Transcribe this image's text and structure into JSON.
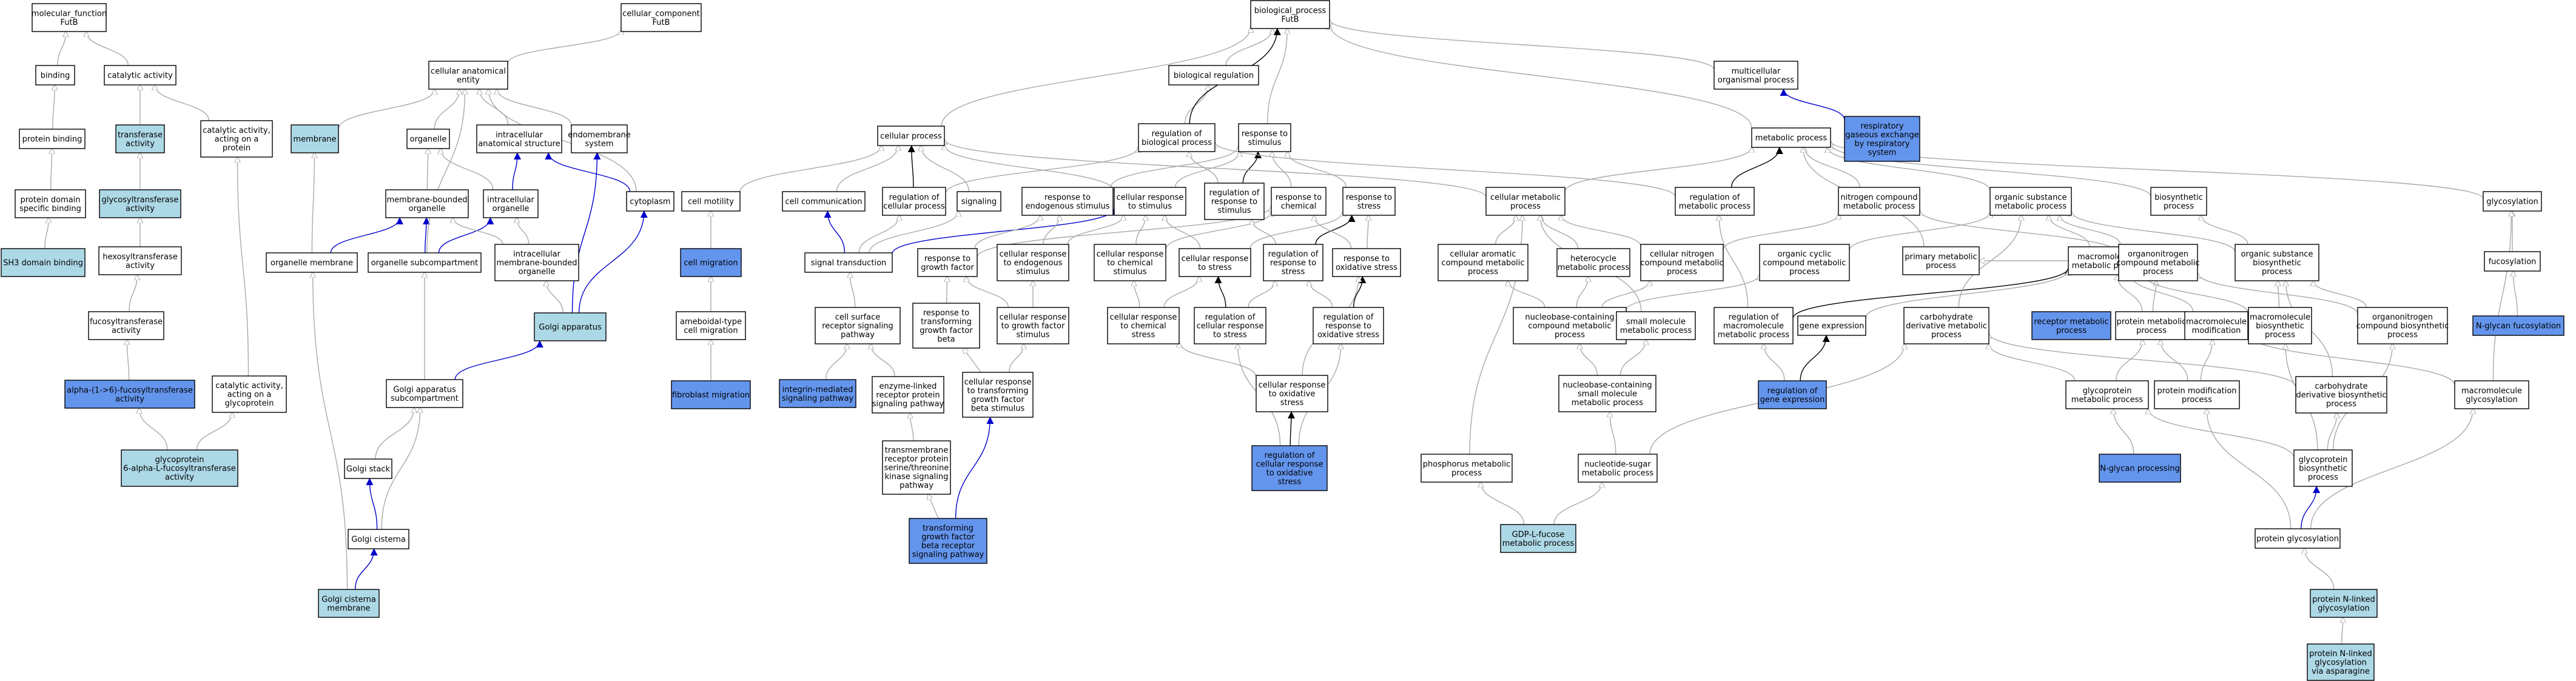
{
  "colors": {
    "plain": "#ffffff",
    "light": "#add8e6",
    "dark": "#6495ed",
    "edge_is_a": "#a9a9a9",
    "edge_part_of": "#0000cd",
    "edge_regulates": "#000000"
  },
  "nodes": [
    {
      "id": "mf",
      "lines": [
        "molecular_function",
        "FutB"
      ],
      "fill": "plain"
    },
    {
      "id": "cc",
      "lines": [
        "cellular_component",
        "FutB"
      ],
      "fill": "plain"
    },
    {
      "id": "bp",
      "lines": [
        "biological_process",
        "FutB"
      ],
      "fill": "plain"
    },
    {
      "id": "binding",
      "lines": [
        "binding"
      ],
      "fill": "plain"
    },
    {
      "id": "catact",
      "lines": [
        "catalytic activity"
      ],
      "fill": "plain"
    },
    {
      "id": "protbind",
      "lines": [
        "protein binding"
      ],
      "fill": "plain"
    },
    {
      "id": "transf",
      "lines": [
        "transferase",
        "activity"
      ],
      "fill": "light"
    },
    {
      "id": "catprot",
      "lines": [
        "catalytic activity,",
        "acting on a",
        "protein"
      ],
      "fill": "plain"
    },
    {
      "id": "pdsb",
      "lines": [
        "protein domain",
        "specific binding"
      ],
      "fill": "plain"
    },
    {
      "id": "glycotr",
      "lines": [
        "glycosyltransferase",
        "activity"
      ],
      "fill": "light"
    },
    {
      "id": "sh3",
      "lines": [
        "SH3 domain binding"
      ],
      "fill": "light"
    },
    {
      "id": "hexotr",
      "lines": [
        "hexosyltransferase",
        "activity"
      ],
      "fill": "plain"
    },
    {
      "id": "fucotr",
      "lines": [
        "fucosyltransferase",
        "activity"
      ],
      "fill": "plain"
    },
    {
      "id": "alpha16",
      "lines": [
        "alpha-(1->6)-fucosyltransferase",
        "activity"
      ],
      "fill": "dark"
    },
    {
      "id": "catglyc",
      "lines": [
        "catalytic activity,",
        "acting on a",
        "glycoprotein"
      ],
      "fill": "plain"
    },
    {
      "id": "gp6a",
      "lines": [
        "glycoprotein",
        "6-alpha-L-fucosyltransferase",
        "activity"
      ],
      "fill": "light"
    },
    {
      "id": "cae",
      "lines": [
        "cellular anatomical",
        "entity"
      ],
      "fill": "plain"
    },
    {
      "id": "membrane",
      "lines": [
        "membrane"
      ],
      "fill": "light"
    },
    {
      "id": "organelle",
      "lines": [
        "organelle"
      ],
      "fill": "plain"
    },
    {
      "id": "intracell",
      "lines": [
        "intracellular",
        "anatomical structure"
      ],
      "fill": "plain"
    },
    {
      "id": "endomem",
      "lines": [
        "endomembrane",
        "system"
      ],
      "fill": "plain"
    },
    {
      "id": "mbo",
      "lines": [
        "membrane-bounded",
        "organelle"
      ],
      "fill": "plain"
    },
    {
      "id": "intraorg",
      "lines": [
        "intracellular",
        "organelle"
      ],
      "fill": "plain"
    },
    {
      "id": "cytoplasm",
      "lines": [
        "cytoplasm"
      ],
      "fill": "plain"
    },
    {
      "id": "orgmem",
      "lines": [
        "organelle membrane"
      ],
      "fill": "plain"
    },
    {
      "id": "orgsub",
      "lines": [
        "organelle subcompartment"
      ],
      "fill": "plain"
    },
    {
      "id": "imbo",
      "lines": [
        "intracellular",
        "membrane-bounded",
        "organelle"
      ],
      "fill": "plain"
    },
    {
      "id": "golgi",
      "lines": [
        "Golgi apparatus"
      ],
      "fill": "light"
    },
    {
      "id": "golgisub",
      "lines": [
        "Golgi apparatus",
        "subcompartment"
      ],
      "fill": "plain"
    },
    {
      "id": "golgistack",
      "lines": [
        "Golgi stack"
      ],
      "fill": "plain"
    },
    {
      "id": "golgicis",
      "lines": [
        "Golgi cisterna"
      ],
      "fill": "plain"
    },
    {
      "id": "golgicismem",
      "lines": [
        "Golgi cisterna",
        "membrane"
      ],
      "fill": "light"
    },
    {
      "id": "cellproc",
      "lines": [
        "cellular process"
      ],
      "fill": "plain"
    },
    {
      "id": "bioreg",
      "lines": [
        "biological regulation"
      ],
      "fill": "plain"
    },
    {
      "id": "regbp",
      "lines": [
        "regulation of",
        "biological process"
      ],
      "fill": "plain"
    },
    {
      "id": "respstim",
      "lines": [
        "response to",
        "stimulus"
      ],
      "fill": "plain"
    },
    {
      "id": "cellmot",
      "lines": [
        "cell motility"
      ],
      "fill": "plain"
    },
    {
      "id": "cellcomm",
      "lines": [
        "cell communication"
      ],
      "fill": "plain"
    },
    {
      "id": "regcp",
      "lines": [
        "regulation of",
        "cellular process"
      ],
      "fill": "plain"
    },
    {
      "id": "signaling",
      "lines": [
        "signaling"
      ],
      "fill": "plain"
    },
    {
      "id": "respendo",
      "lines": [
        "response to",
        "endogenous stimulus"
      ],
      "fill": "plain"
    },
    {
      "id": "cellresp",
      "lines": [
        "cellular response",
        "to stimulus"
      ],
      "fill": "plain"
    },
    {
      "id": "regrs",
      "lines": [
        "regulation of",
        "response to",
        "stimulus"
      ],
      "fill": "plain"
    },
    {
      "id": "respchem",
      "lines": [
        "response to",
        "chemical"
      ],
      "fill": "plain"
    },
    {
      "id": "respstress",
      "lines": [
        "response to",
        "stress"
      ],
      "fill": "plain"
    },
    {
      "id": "cellmig",
      "lines": [
        "cell migration"
      ],
      "fill": "dark"
    },
    {
      "id": "sigtrans",
      "lines": [
        "signal transduction"
      ],
      "fill": "plain"
    },
    {
      "id": "respgf",
      "lines": [
        "response to",
        "growth factor"
      ],
      "fill": "plain"
    },
    {
      "id": "crendo",
      "lines": [
        "cellular response",
        "to endogenous",
        "stimulus"
      ],
      "fill": "plain"
    },
    {
      "id": "crchemstim",
      "lines": [
        "cellular response",
        "to chemical",
        "stimulus"
      ],
      "fill": "plain"
    },
    {
      "id": "crstress",
      "lines": [
        "cellular response",
        "to stress"
      ],
      "fill": "plain"
    },
    {
      "id": "regrstress",
      "lines": [
        "regulation of",
        "response to",
        "stress"
      ],
      "fill": "plain"
    },
    {
      "id": "respox",
      "lines": [
        "response to",
        "oxidative stress"
      ],
      "fill": "plain"
    },
    {
      "id": "amoeb",
      "lines": [
        "ameboidal-type",
        "cell migration"
      ],
      "fill": "plain"
    },
    {
      "id": "csrsp",
      "lines": [
        "cell surface",
        "receptor signaling",
        "pathway"
      ],
      "fill": "plain"
    },
    {
      "id": "rtgfb",
      "lines": [
        "response to",
        "transforming",
        "growth factor",
        "beta"
      ],
      "fill": "plain"
    },
    {
      "id": "crgf",
      "lines": [
        "cellular response",
        "to growth factor",
        "stimulus"
      ],
      "fill": "plain"
    },
    {
      "id": "crchemstress",
      "lines": [
        "cellular response",
        "to chemical",
        "stress"
      ],
      "fill": "plain"
    },
    {
      "id": "regcrs",
      "lines": [
        "regulation of",
        "cellular response",
        "to stress"
      ],
      "fill": "plain"
    },
    {
      "id": "regrox",
      "lines": [
        "regulation of",
        "response to",
        "oxidative stress"
      ],
      "fill": "plain"
    },
    {
      "id": "fibro",
      "lines": [
        "fibroblast migration"
      ],
      "fill": "dark"
    },
    {
      "id": "integrin",
      "lines": [
        "integrin-mediated",
        "signaling pathway"
      ],
      "fill": "dark"
    },
    {
      "id": "enzyme",
      "lines": [
        "enzyme-linked",
        "receptor protein",
        "signaling pathway"
      ],
      "fill": "plain"
    },
    {
      "id": "crtgfb",
      "lines": [
        "cellular response",
        "to transforming",
        "growth factor",
        "beta stimulus"
      ],
      "fill": "plain"
    },
    {
      "id": "crox",
      "lines": [
        "cellular response",
        "to oxidative",
        "stress"
      ],
      "fill": "plain"
    },
    {
      "id": "tmrp",
      "lines": [
        "transmembrane",
        "receptor protein",
        "serine/threonine",
        "kinase signaling",
        "pathway"
      ],
      "fill": "plain"
    },
    {
      "id": "tgfbrsp",
      "lines": [
        "transforming",
        "growth factor",
        "beta receptor",
        "signaling pathway"
      ],
      "fill": "dark"
    },
    {
      "id": "regcrox",
      "lines": [
        "regulation of",
        "cellular response",
        "to oxidative",
        "stress"
      ],
      "fill": "dark"
    },
    {
      "id": "multi",
      "lines": [
        "multicellular",
        "organismal process"
      ],
      "fill": "plain"
    },
    {
      "id": "respgas",
      "lines": [
        "respiratory",
        "gaseous exchange",
        "by respiratory",
        "system"
      ],
      "fill": "dark"
    },
    {
      "id": "metab",
      "lines": [
        "metabolic process"
      ],
      "fill": "plain"
    },
    {
      "id": "cellmetab",
      "lines": [
        "cellular metabolic",
        "process"
      ],
      "fill": "plain"
    },
    {
      "id": "regmetab",
      "lines": [
        "regulation of",
        "metabolic process"
      ],
      "fill": "plain"
    },
    {
      "id": "nitro",
      "lines": [
        "nitrogen compound",
        "metabolic process"
      ],
      "fill": "plain"
    },
    {
      "id": "orgsubmet",
      "lines": [
        "organic substance",
        "metabolic process"
      ],
      "fill": "plain"
    },
    {
      "id": "biosyn",
      "lines": [
        "biosynthetic",
        "process"
      ],
      "fill": "plain"
    },
    {
      "id": "glycosyl",
      "lines": [
        "glycosylation"
      ],
      "fill": "plain"
    },
    {
      "id": "caromatic",
      "lines": [
        "cellular aromatic",
        "compound metabolic",
        "process"
      ],
      "fill": "plain"
    },
    {
      "id": "hetero",
      "lines": [
        "heterocycle",
        "metabolic process"
      ],
      "fill": "plain"
    },
    {
      "id": "cnitro",
      "lines": [
        "cellular nitrogen",
        "compound metabolic",
        "process"
      ],
      "fill": "plain"
    },
    {
      "id": "orgcyclic",
      "lines": [
        "organic cyclic",
        "compound metabolic",
        "process"
      ],
      "fill": "plain"
    },
    {
      "id": "primary",
      "lines": [
        "primary metabolic",
        "process"
      ],
      "fill": "plain"
    },
    {
      "id": "macromol",
      "lines": [
        "macromolecule",
        "metabolic process"
      ],
      "fill": "plain"
    },
    {
      "id": "organonit",
      "lines": [
        "organonitrogen",
        "compound metabolic",
        "process"
      ],
      "fill": "plain"
    },
    {
      "id": "orgsubbio",
      "lines": [
        "organic substance",
        "biosynthetic",
        "process"
      ],
      "fill": "plain"
    },
    {
      "id": "fucosyl",
      "lines": [
        "fucosylation"
      ],
      "fill": "plain"
    },
    {
      "id": "nucbase",
      "lines": [
        "nucleobase-containing",
        "compound metabolic",
        "process"
      ],
      "fill": "plain"
    },
    {
      "id": "smallmol",
      "lines": [
        "small molecule",
        "metabolic process"
      ],
      "fill": "plain"
    },
    {
      "id": "regmacro",
      "lines": [
        "regulation of",
        "macromolecule",
        "metabolic process"
      ],
      "fill": "plain"
    },
    {
      "id": "geneexp",
      "lines": [
        "gene expression"
      ],
      "fill": "plain"
    },
    {
      "id": "carbderiv",
      "lines": [
        "carbohydrate",
        "derivative metabolic",
        "process"
      ],
      "fill": "plain"
    },
    {
      "id": "receptor",
      "lines": [
        "receptor metabolic",
        "process"
      ],
      "fill": "dark"
    },
    {
      "id": "protmet",
      "lines": [
        "protein metabolic",
        "process"
      ],
      "fill": "plain"
    },
    {
      "id": "macromod",
      "lines": [
        "macromolecule",
        "modification"
      ],
      "fill": "plain"
    },
    {
      "id": "macrobio",
      "lines": [
        "macromolecule",
        "biosynthetic",
        "process"
      ],
      "fill": "plain"
    },
    {
      "id": "organonitbio",
      "lines": [
        "organonitrogen",
        "compound biosynthetic",
        "process"
      ],
      "fill": "plain"
    },
    {
      "id": "nglycanfuc",
      "lines": [
        "N-glycan fucosylation"
      ],
      "fill": "dark"
    },
    {
      "id": "nucsmall",
      "lines": [
        "nucleobase-containing",
        "small molecule",
        "metabolic process"
      ],
      "fill": "plain"
    },
    {
      "id": "reggene",
      "lines": [
        "regulation of",
        "gene expression"
      ],
      "fill": "dark"
    },
    {
      "id": "glycoprot",
      "lines": [
        "glycoprotein",
        "metabolic process"
      ],
      "fill": "plain"
    },
    {
      "id": "protmod",
      "lines": [
        "protein modification",
        "process"
      ],
      "fill": "plain"
    },
    {
      "id": "carbbio",
      "lines": [
        "carbohydrate",
        "derivative biosynthetic",
        "process"
      ],
      "fill": "plain"
    },
    {
      "id": "macroglyc",
      "lines": [
        "macromolecule",
        "glycosylation"
      ],
      "fill": "plain"
    },
    {
      "id": "phospho",
      "lines": [
        "phosphorus metabolic",
        "process"
      ],
      "fill": "plain"
    },
    {
      "id": "nucsugar",
      "lines": [
        "nucleotide-sugar",
        "metabolic process"
      ],
      "fill": "plain"
    },
    {
      "id": "nglycanproc",
      "lines": [
        "N-glycan processing"
      ],
      "fill": "dark"
    },
    {
      "id": "glycoprotbio",
      "lines": [
        "glycoprotein",
        "biosynthetic",
        "process"
      ],
      "fill": "plain"
    },
    {
      "id": "gdp",
      "lines": [
        "GDP-L-fucose",
        "metabolic process"
      ],
      "fill": "light"
    },
    {
      "id": "protglyc",
      "lines": [
        "protein glycosylation"
      ],
      "fill": "plain"
    },
    {
      "id": "protnglyc",
      "lines": [
        "protein N-linked",
        "glycosylation"
      ],
      "fill": "light"
    },
    {
      "id": "protnasn",
      "lines": [
        "protein N-linked",
        "glycosylation",
        "via asparagine"
      ],
      "fill": "light"
    }
  ]
}
